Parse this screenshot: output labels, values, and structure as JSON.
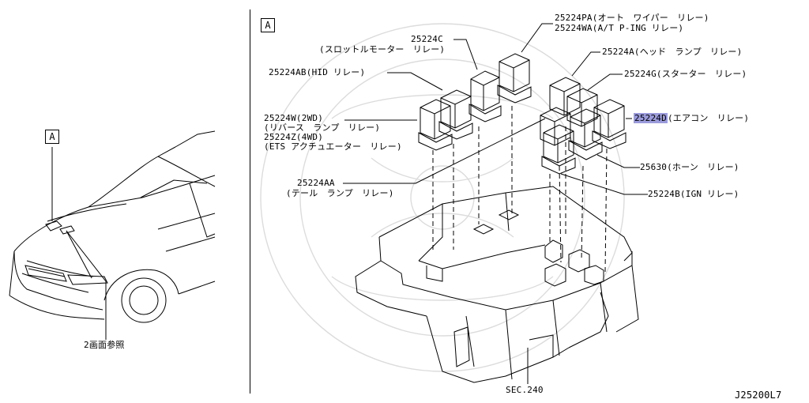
{
  "left_panel": {
    "callout_box": "A",
    "note": "2画面参照"
  },
  "right_panel": {
    "callout_box": "A",
    "labels": {
      "relay_25224pa": "25224PA(オート　ワイパー　リレー)",
      "relay_25224wa": "25224WA(A/T P-ING リレー)",
      "relay_25224c": "25224C",
      "relay_25224c_desc": "(スロットルモーター　リレー)",
      "relay_25224a": "25224A(ヘッド　ランプ　リレー)",
      "relay_25224ab": "25224AB(HID リレー)",
      "relay_25224g": "25224G(スターター　リレー)",
      "relay_25224d_part": "25224D",
      "relay_25224d_desc": "(エアコン　リレー)",
      "relay_25224w": "25224W(2WD)",
      "relay_25224w_desc": "(リバース　ランプ　リレー)",
      "relay_25224z": "25224Z(4WD)",
      "relay_25224z_desc": "(ETS アクチュエーター　リレー)",
      "relay_25224aa": "25224AA",
      "relay_25224aa_desc": "(テール　ランプ　リレー)",
      "relay_25630": "25630(ホーン　リレー)",
      "relay_25224b": "25224B(IGN リレー)",
      "section_ref": "SEC.240"
    }
  },
  "figure_id": "J25200L7"
}
